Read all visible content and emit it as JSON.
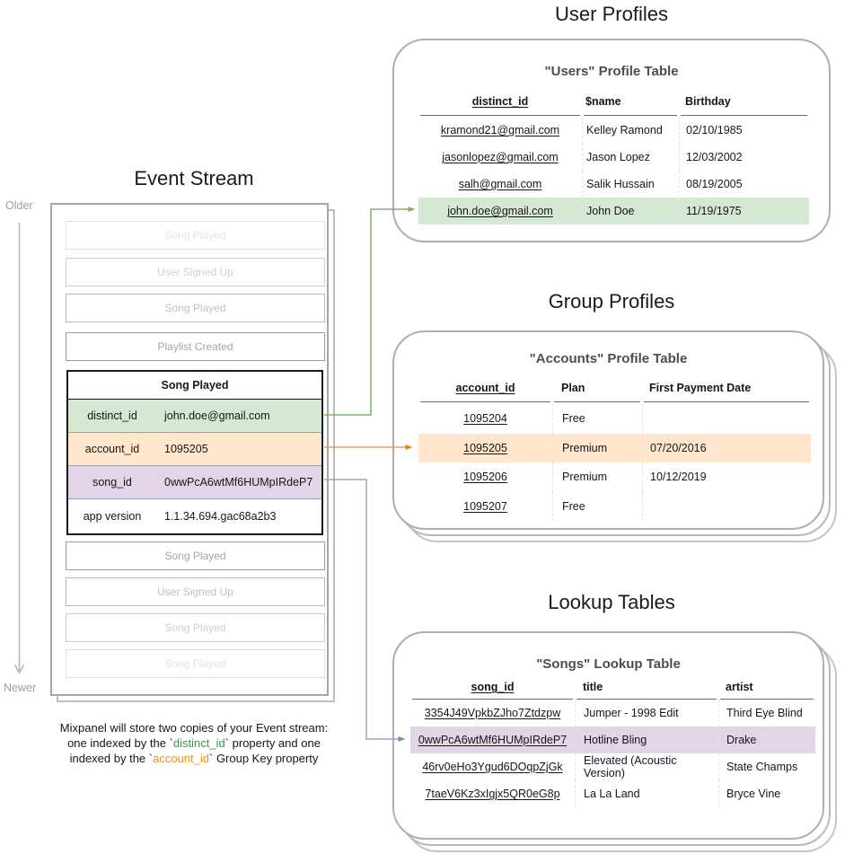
{
  "event_stream": {
    "title": "Event Stream",
    "older_label": "Older",
    "newer_label": "Newer",
    "events_before": [
      {
        "label": "Song Played",
        "opacity": "0.28"
      },
      {
        "label": "User Signed Up",
        "opacity": "0.45"
      },
      {
        "label": "Song Played",
        "opacity": "0.62"
      },
      {
        "label": "Playlist Created",
        "opacity": "0.88"
      }
    ],
    "expanded_event": {
      "title": "Song Played",
      "properties": [
        {
          "key": "distinct_id",
          "value": "john.doe@gmail.com",
          "highlight_color": "#d5e8d4"
        },
        {
          "key": "account_id",
          "value": "1095205",
          "highlight_color": "#ffe6cc"
        },
        {
          "key": "song_id",
          "value": "0wwPcA6wtMf6HUMpIRdeP7",
          "highlight_color": "#e1d5e7"
        },
        {
          "key": "app version",
          "value": "1.1.34.694.gac68a2b3",
          "highlight_color": "#ffffff"
        }
      ]
    },
    "events_after": [
      {
        "label": "Song Played",
        "opacity": "0.88"
      },
      {
        "label": "User Signed Up",
        "opacity": "0.62"
      },
      {
        "label": "Song Played",
        "opacity": "0.45"
      },
      {
        "label": "Song Played",
        "opacity": "0.28"
      }
    ],
    "caption": {
      "line1": "Mixpanel will store two copies of your Event stream:",
      "line2_pre": "one indexed by the `",
      "line2_term": "distinct_id",
      "line2_post": "` property and one",
      "line3_pre": "indexed by the `",
      "line3_term": "account_id",
      "line3_post": "` Group Key property",
      "distinct_id_color": "#2f9e44",
      "account_id_color": "#f29111"
    }
  },
  "user_profiles": {
    "section_title": "User Profiles",
    "table_title": "\"Users\" Profile Table",
    "columns": [
      "distinct_id",
      "$name",
      "Birthday"
    ],
    "rows": [
      [
        "kramond21@gmail.com",
        "Kelley Ramond",
        "02/10/1985"
      ],
      [
        "jasonlopez@gmail.com",
        "Jason Lopez",
        "12/03/2002"
      ],
      [
        "salh@gmail.com",
        "Salik Hussain",
        "08/19/2005"
      ],
      [
        "john.doe@gmail.com",
        "John Doe",
        "11/19/1975"
      ]
    ],
    "highlighted_row": 3,
    "highlight_color": "#d5e8d4"
  },
  "group_profiles": {
    "section_title": "Group Profiles",
    "table_title": "\"Accounts\" Profile Table",
    "columns": [
      "account_id",
      "Plan",
      "First Payment Date"
    ],
    "rows": [
      [
        "1095204",
        "Free",
        ""
      ],
      [
        "1095205",
        "Premium",
        "07/20/2016"
      ],
      [
        "1095206",
        "Premium",
        "10/12/2019"
      ],
      [
        "1095207",
        "Free",
        ""
      ]
    ],
    "highlighted_row": 1,
    "highlight_color": "#ffe6cc"
  },
  "lookup_tables": {
    "section_title": "Lookup Tables",
    "table_title": "\"Songs\" Lookup Table",
    "columns": [
      "song_id",
      "title",
      "artist"
    ],
    "rows": [
      [
        "3354J49VpkbZJho7Ztdzpw",
        "Jumper - 1998 Edit",
        "Third Eye Blind"
      ],
      [
        "0wwPcA6wtMf6HUMpIRdeP7",
        "Hotline Bling",
        "Drake"
      ],
      [
        "46rv0eHo3Ygud6DOqpZjGk",
        "Elevated (Acoustic Version)",
        "State Champs"
      ],
      [
        "7taeV6Kz3xIgjx5QR0eG8p",
        "La La Land",
        "Bryce Vine"
      ]
    ],
    "highlighted_row": 1,
    "highlight_color": "#e1d5e7"
  },
  "arrows": {
    "timeline_color": "#b3b3b3",
    "distinct_id": {
      "line": "#82b366",
      "head": "#82b366"
    },
    "account_id": {
      "line": "#e2a45c",
      "head": "#e8821e"
    },
    "song_id": {
      "line": "#ab9ec3",
      "head": "#8e8799"
    }
  }
}
